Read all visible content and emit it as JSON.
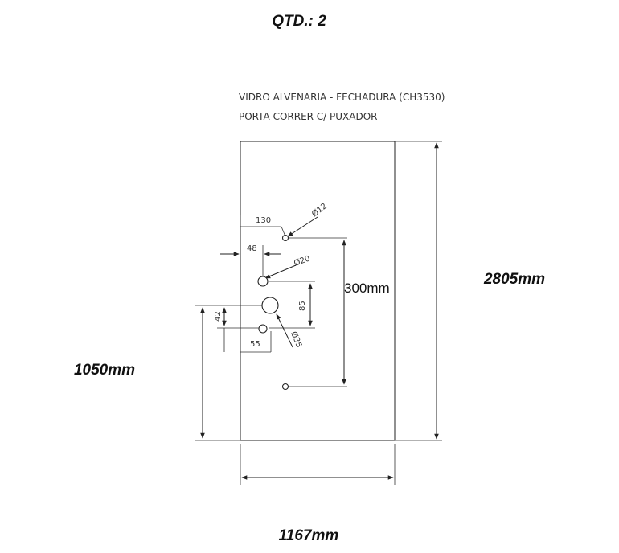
{
  "header": {
    "qty": "QTD.: 2"
  },
  "title": {
    "line1": "VIDRO ALVENARIA - FECHADURA (CH3530)",
    "line2": "PORTA CORRER C/ PUXADOR"
  },
  "dimensions": {
    "height_total": "2805mm",
    "width_total": "1167mm",
    "height_handle": "1050mm",
    "hole_spacing": "300mm",
    "hole_offset": "130",
    "lock_offset": "48",
    "vertical_85": "85",
    "vertical_42": "42",
    "bottom_55": "55",
    "dia_12": "Ø12",
    "dia_20": "Ø20",
    "dia_35": "Ø35"
  }
}
